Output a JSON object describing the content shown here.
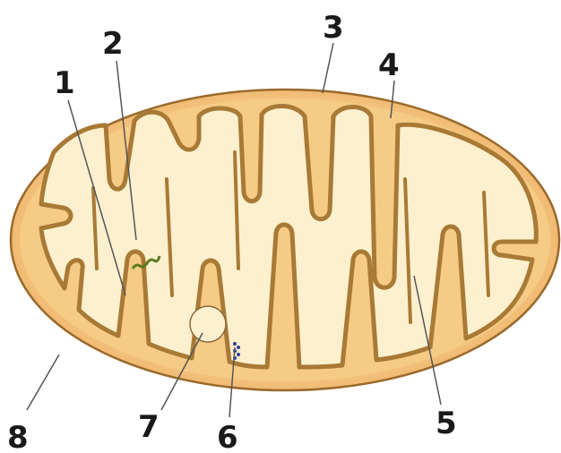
{
  "labels": [
    {
      "id": "1",
      "text": "1"
    },
    {
      "id": "2",
      "text": "2"
    },
    {
      "id": "3",
      "text": "3"
    },
    {
      "id": "4",
      "text": "4"
    },
    {
      "id": "5",
      "text": "5"
    },
    {
      "id": "6",
      "text": "6"
    },
    {
      "id": "7",
      "text": "7"
    },
    {
      "id": "8",
      "text": "8"
    }
  ],
  "colors": {
    "outer_fill": "#f2c37f",
    "outer_stroke": "#9a6a2c",
    "space_fill": "#f7d597",
    "matrix_fill": "#fdf0cf",
    "inner_stroke": "#a87a35",
    "dna": "#5a7a1f",
    "ribosome": "#2b3f9a",
    "leader_line": "#555555"
  }
}
